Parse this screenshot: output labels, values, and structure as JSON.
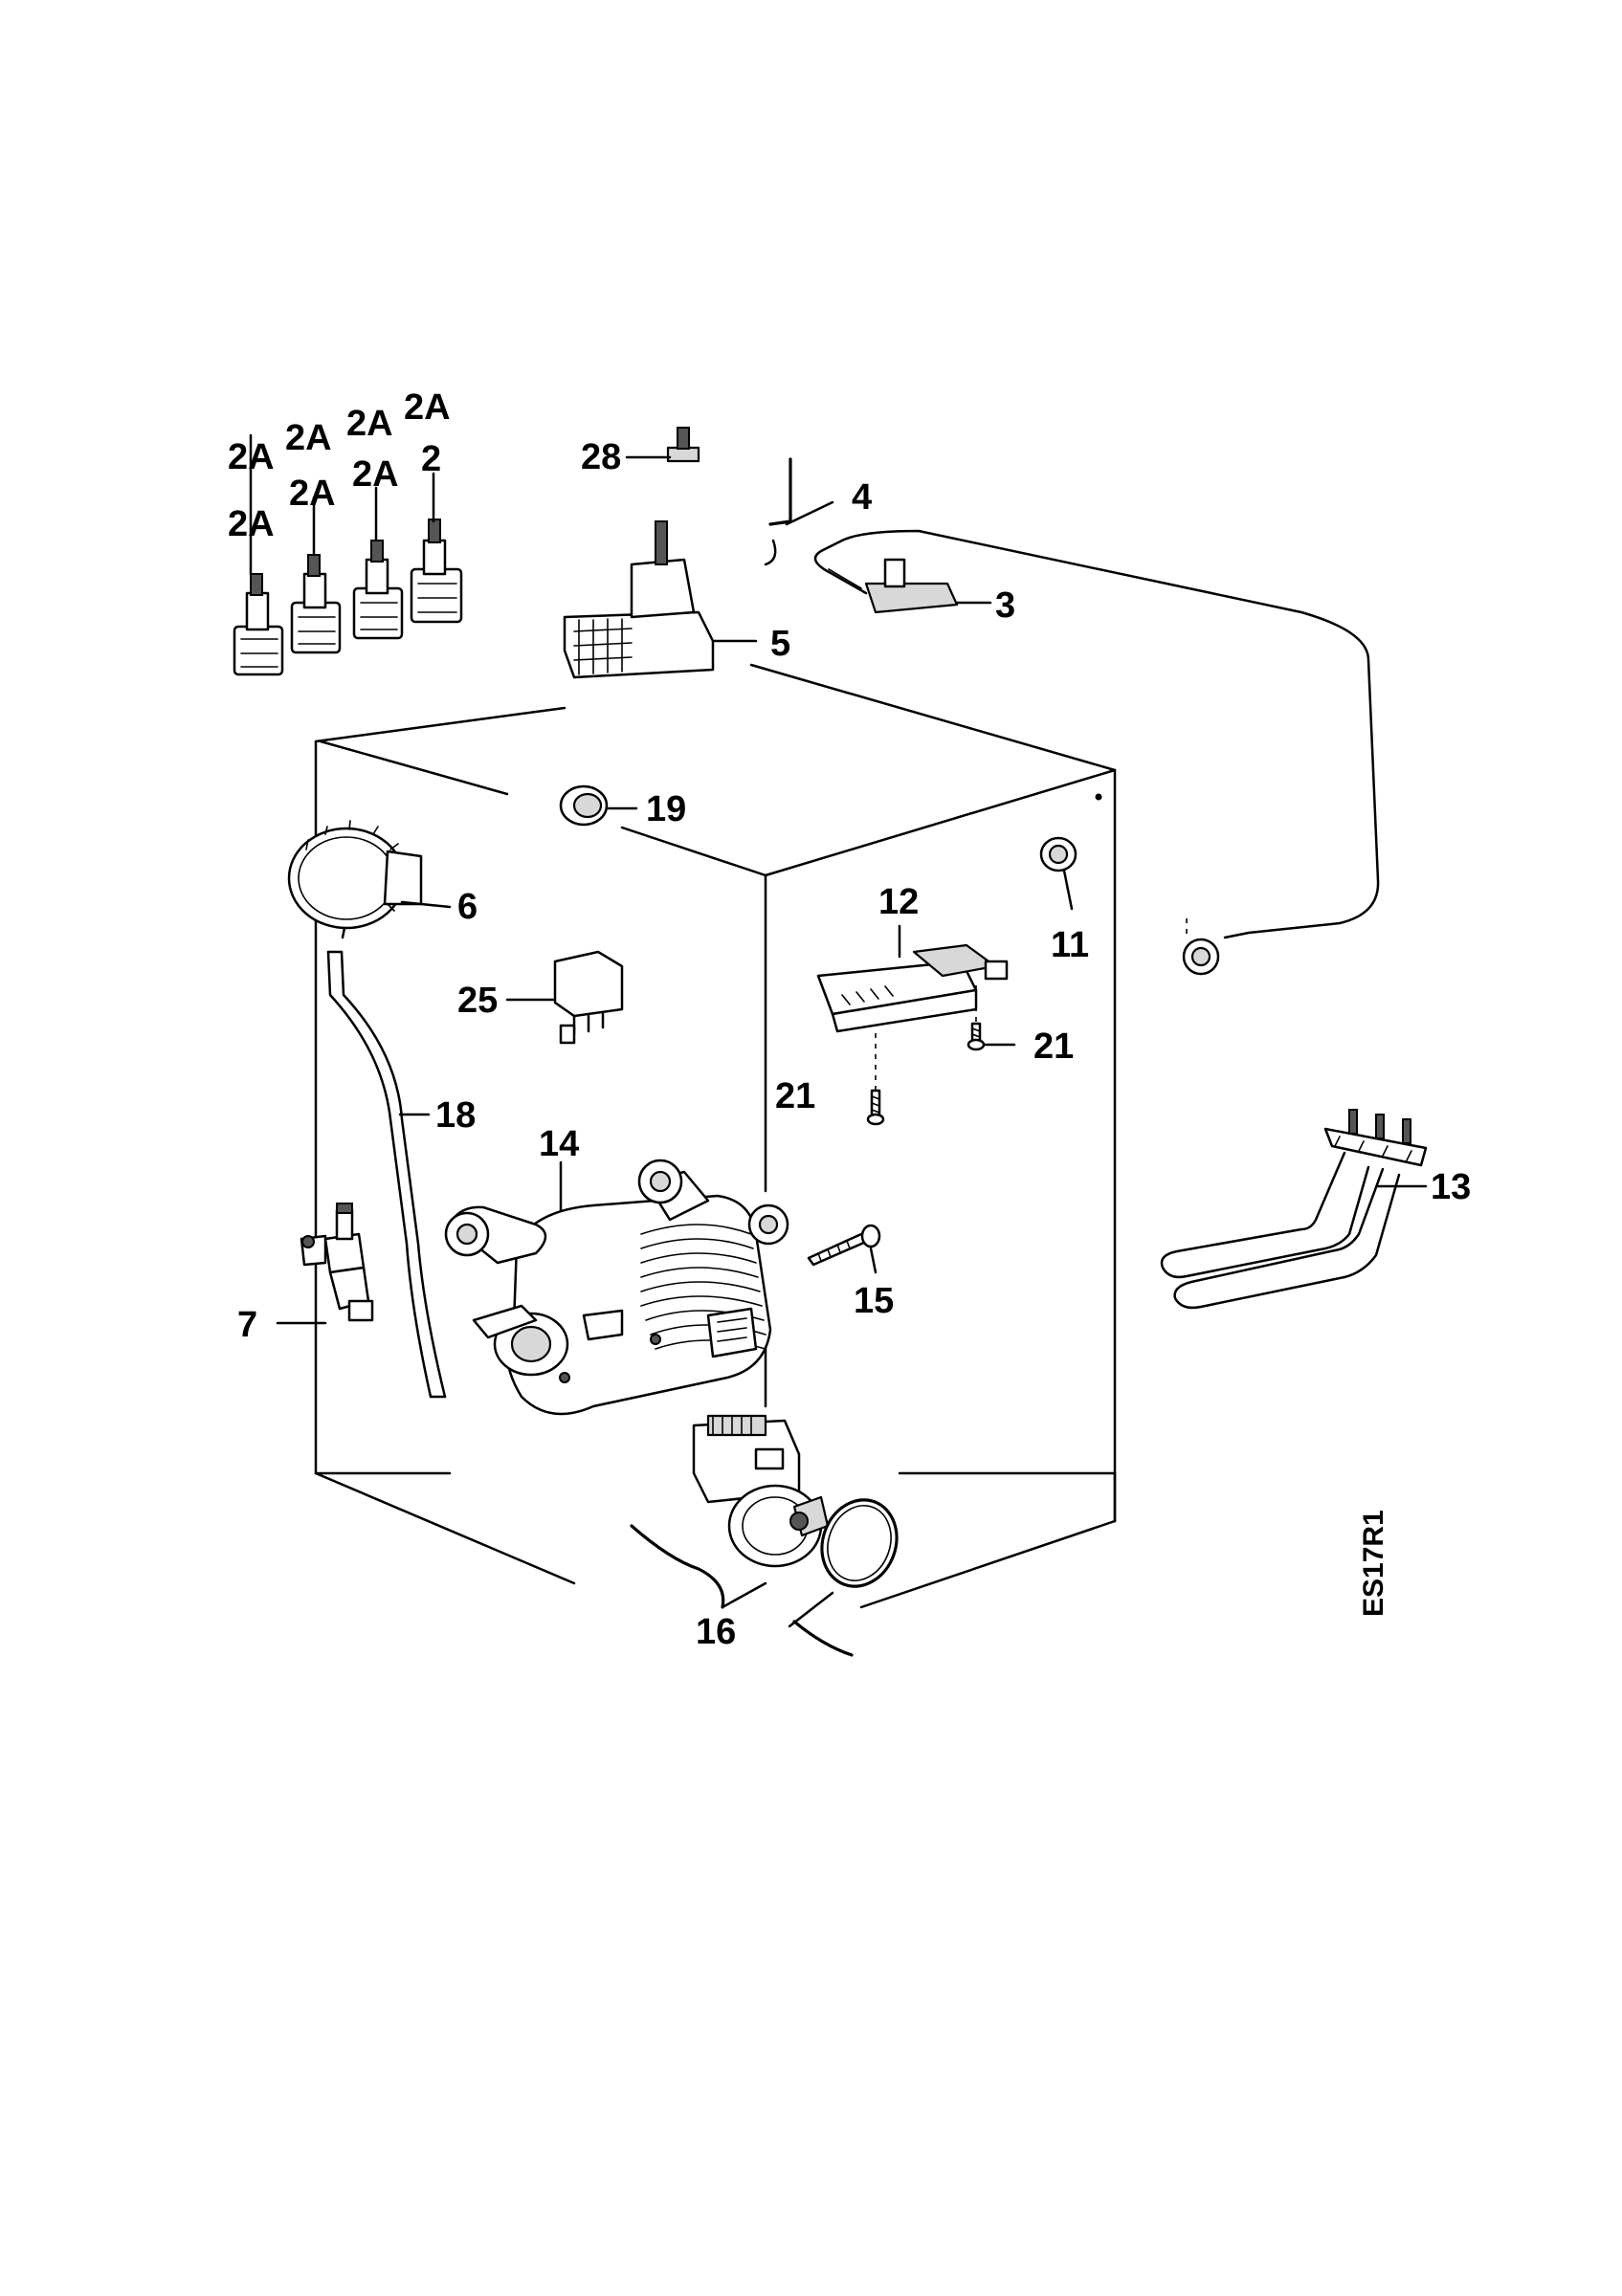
{
  "diagram_code": "ES17R1",
  "labels": {
    "l_2a_1": "2A",
    "l_2a_2": "2A",
    "l_2a_3": "2A",
    "l_2a_4": "2A",
    "l_2a_5": "2A",
    "l_2a_6": "2A",
    "l_2a_7": "2A",
    "l_2": "2",
    "l_28": "28",
    "l_4": "4",
    "l_3": "3",
    "l_5": "5",
    "l_19": "19",
    "l_6": "6",
    "l_12": "12",
    "l_11": "11",
    "l_25": "25",
    "l_21a": "21",
    "l_21b": "21",
    "l_18": "18",
    "l_13": "13",
    "l_14": "14",
    "l_15": "15",
    "l_7": "7",
    "l_16": "16"
  }
}
